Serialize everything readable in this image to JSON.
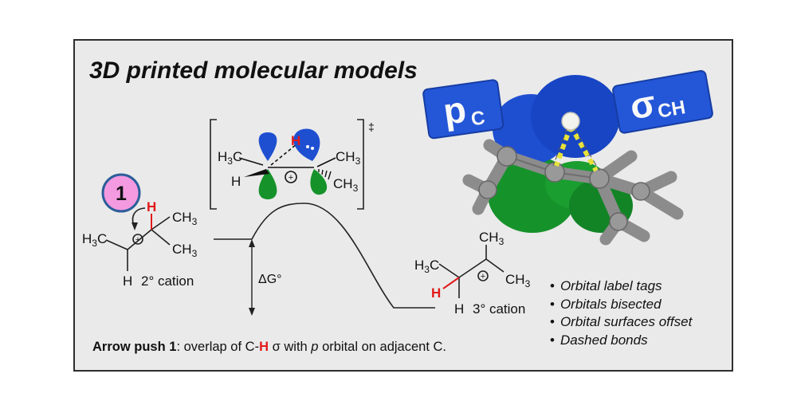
{
  "title": "3D printed molecular models",
  "step_badge": "1",
  "caption": {
    "lead": "Arrow push 1",
    "text_before_h": ": overlap of C-",
    "highlight": "H",
    "sigma": "σ",
    "text_with": "with",
    "p_label": "p",
    "text_end": "orbital on adjacent C."
  },
  "features": [
    "Orbital label tags",
    "Orbitals bisected",
    "Orbital surfaces offset",
    "Dashed bonds"
  ],
  "reactant": {
    "h3c": "H",
    "h3c_sub": "3",
    "h3c_c": "C",
    "ch3_top": "CH",
    "ch3_top_sub": "3",
    "ch3_bottom": "CH",
    "ch3_bottom_sub": "3",
    "h_migrating": "H",
    "h_bottom": "H",
    "charge": "+",
    "label": "2° cation"
  },
  "transition_state": {
    "h3c": "H",
    "h3c_sub": "3",
    "h3c_c": "C",
    "ch3_right": "CH",
    "ch3_right_sub": "3",
    "ch3_lower": "CH",
    "ch3_lower_sub": "3",
    "h_left": "H",
    "h_bridge": "H",
    "charge": "+",
    "dagger": "‡"
  },
  "energy_label": "ΔG°",
  "product": {
    "h3c": "H",
    "h3c_sub": "3",
    "h3c_c": "C",
    "ch3_top": "CH",
    "ch3_top_sub": "3",
    "ch3_right": "CH",
    "ch3_right_sub": "3",
    "h_migrated": "H",
    "h_bottom": "H",
    "charge": "+",
    "label": "3° cation"
  },
  "model_tags": {
    "left": "p",
    "left_sub": "C",
    "right": "σ",
    "right_sub": "CH"
  },
  "colors": {
    "orbital_blue": "#1f4fd1",
    "orbital_green": "#16922a",
    "badge_pink": "#f49ae0",
    "badge_ring": "#2c5d9a",
    "highlight_red": "#e21a1a",
    "model_gray": "#8c8c8c",
    "panel_bg": "#eaeaea"
  }
}
